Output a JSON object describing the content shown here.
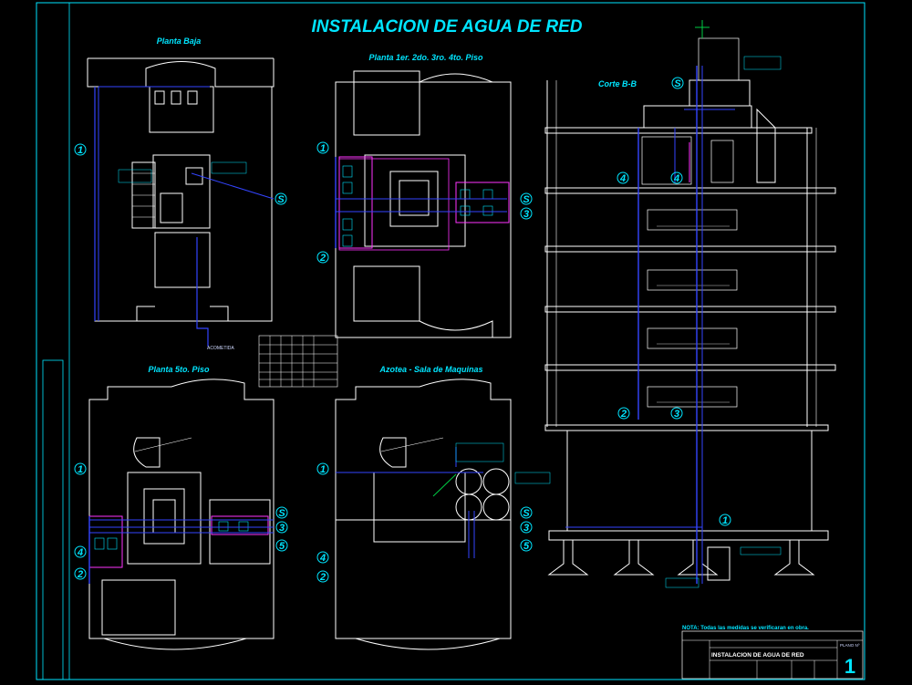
{
  "title": "INSTALACION DE AGUA DE RED",
  "views": {
    "planta_baja": "Planta Baja",
    "planta_tipo": "Planta 1er. 2do. 3ro. 4to. Piso",
    "corte": "Corte B-B",
    "planta_5to": "Planta 5to. Piso",
    "azotea": "Azotea - Sala de Maquinas"
  },
  "markers": {
    "m1": "1",
    "m2": "2",
    "m3": "3",
    "m4": "4",
    "m5": "5",
    "mS": "S"
  },
  "note": "NOTA: Todas las medidas se verificaran en obra.",
  "title_block": {
    "plano_label": "PLANO Nº",
    "plano_number": "1",
    "plano_name": "INSTALACION DE AGUA DE RED"
  },
  "colors": {
    "background": "#000000",
    "title": "#00e5ff",
    "walls": "#ffffff",
    "cold_water": "#3344ff",
    "fixtures": "#ff33ff",
    "frame": "#00e5ff"
  }
}
